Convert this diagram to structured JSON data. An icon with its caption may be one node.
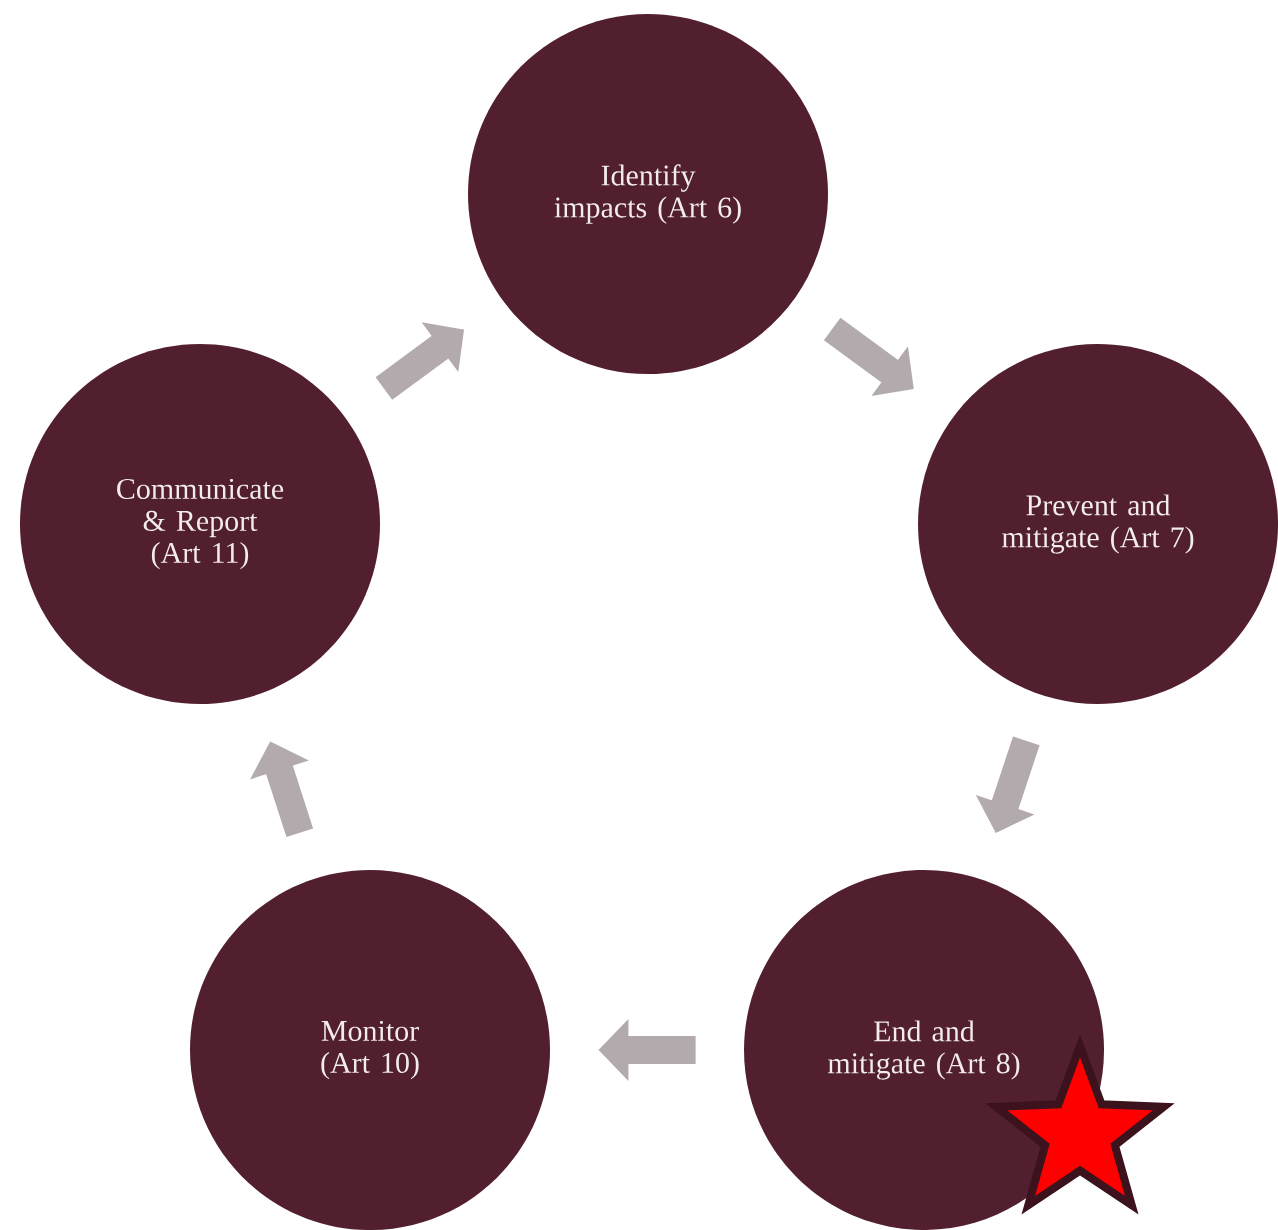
{
  "diagram": {
    "nodes": [
      {
        "text": [
          "Identify impacts (Art 6)"
        ]
      },
      {
        "text": [
          "Communicate & Report (Art 11)"
        ]
      },
      {
        "text": [
          "Prevent and mitigate (Art 7)"
        ]
      },
      {
        "text": [
          "Monitor (Art 10)"
        ]
      },
      {
        "text": [
          "End and mitigate (Art 8)"
        ]
      }
    ],
    "edges": [
      {
        "from": 0,
        "to": 2,
        "arrow": "to"
      },
      {
        "from": 2,
        "to": 4,
        "arrow": "to"
      },
      {
        "from": 4,
        "to": 3,
        "arrow": "to"
      },
      {
        "from": 3,
        "to": 1,
        "arrow": "to"
      },
      {
        "from": 1,
        "to": 0,
        "arrow": "to"
      }
    ]
  }
}
